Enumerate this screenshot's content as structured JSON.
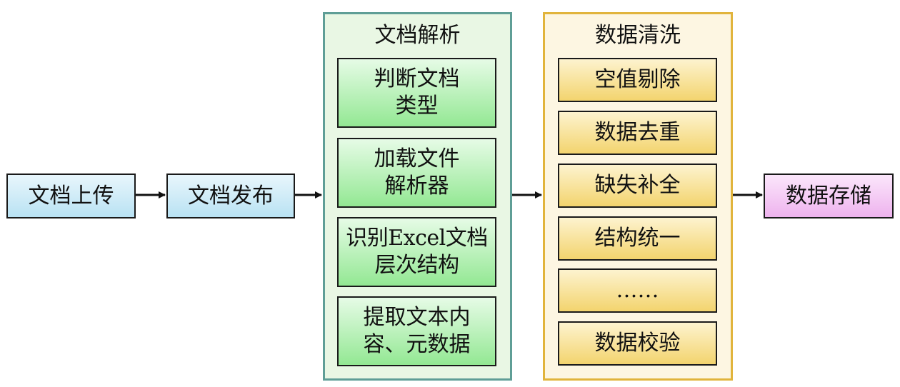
{
  "nodes": {
    "upload": "文档上传",
    "publish": "文档发布",
    "store": "数据存储"
  },
  "parse_group": {
    "title": "文档解析",
    "steps": [
      "判断文档\n类型",
      "加载文件\n解析器",
      "识别Excel文档\n层次结构",
      "提取文本内\n容、元数据"
    ]
  },
  "clean_group": {
    "title": "数据清洗",
    "steps": [
      "空值剔除",
      "数据去重",
      "缺失补全",
      "结构统一",
      "……",
      "数据校验"
    ]
  },
  "colors": {
    "start_box": "#b9e2f3",
    "end_box": "#eeb3ee",
    "parse_step": "#93e893",
    "clean_step": "#f3d46e",
    "parse_border": "#5f9e96",
    "clean_border": "#e1b43c"
  }
}
